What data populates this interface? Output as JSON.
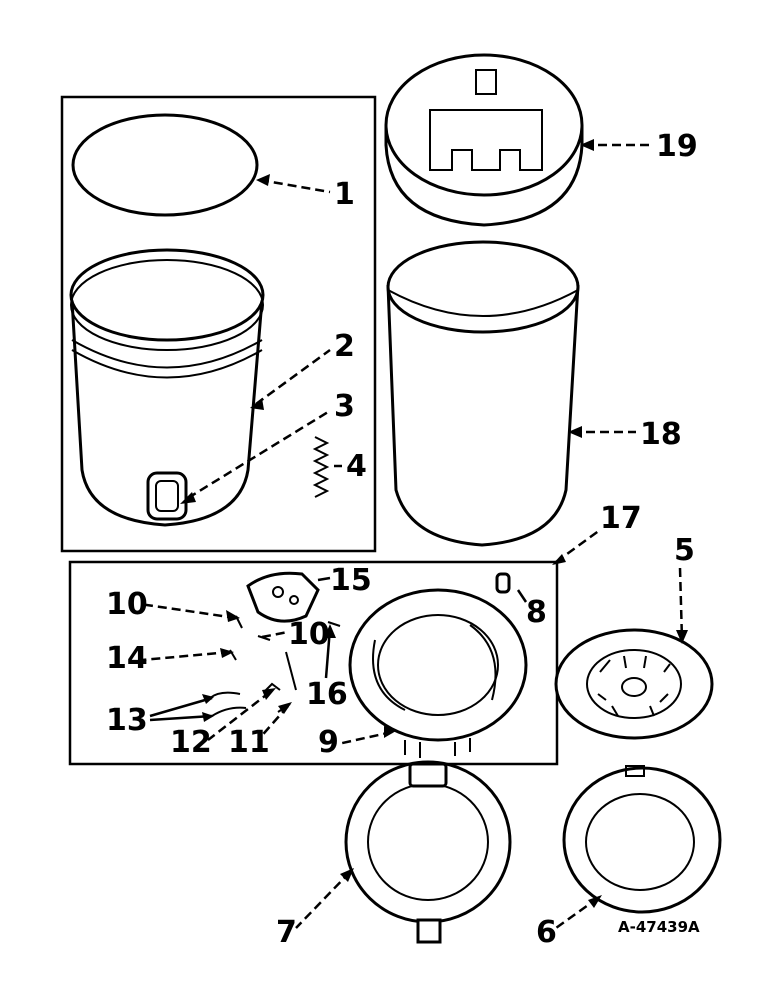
{
  "labels": {
    "p1": "1",
    "p2": "2",
    "p3": "3",
    "p4": "4",
    "p5": "5",
    "p6": "6",
    "p7": "7",
    "p8": "8",
    "p9": "9",
    "p10a": "10",
    "p10b": "10",
    "p11": "11",
    "p12": "12",
    "p13": "13",
    "p14": "14",
    "p15": "15",
    "p16": "16",
    "p17": "17",
    "p18": "18",
    "p19": "19"
  },
  "drawing_code": "A-47439A"
}
